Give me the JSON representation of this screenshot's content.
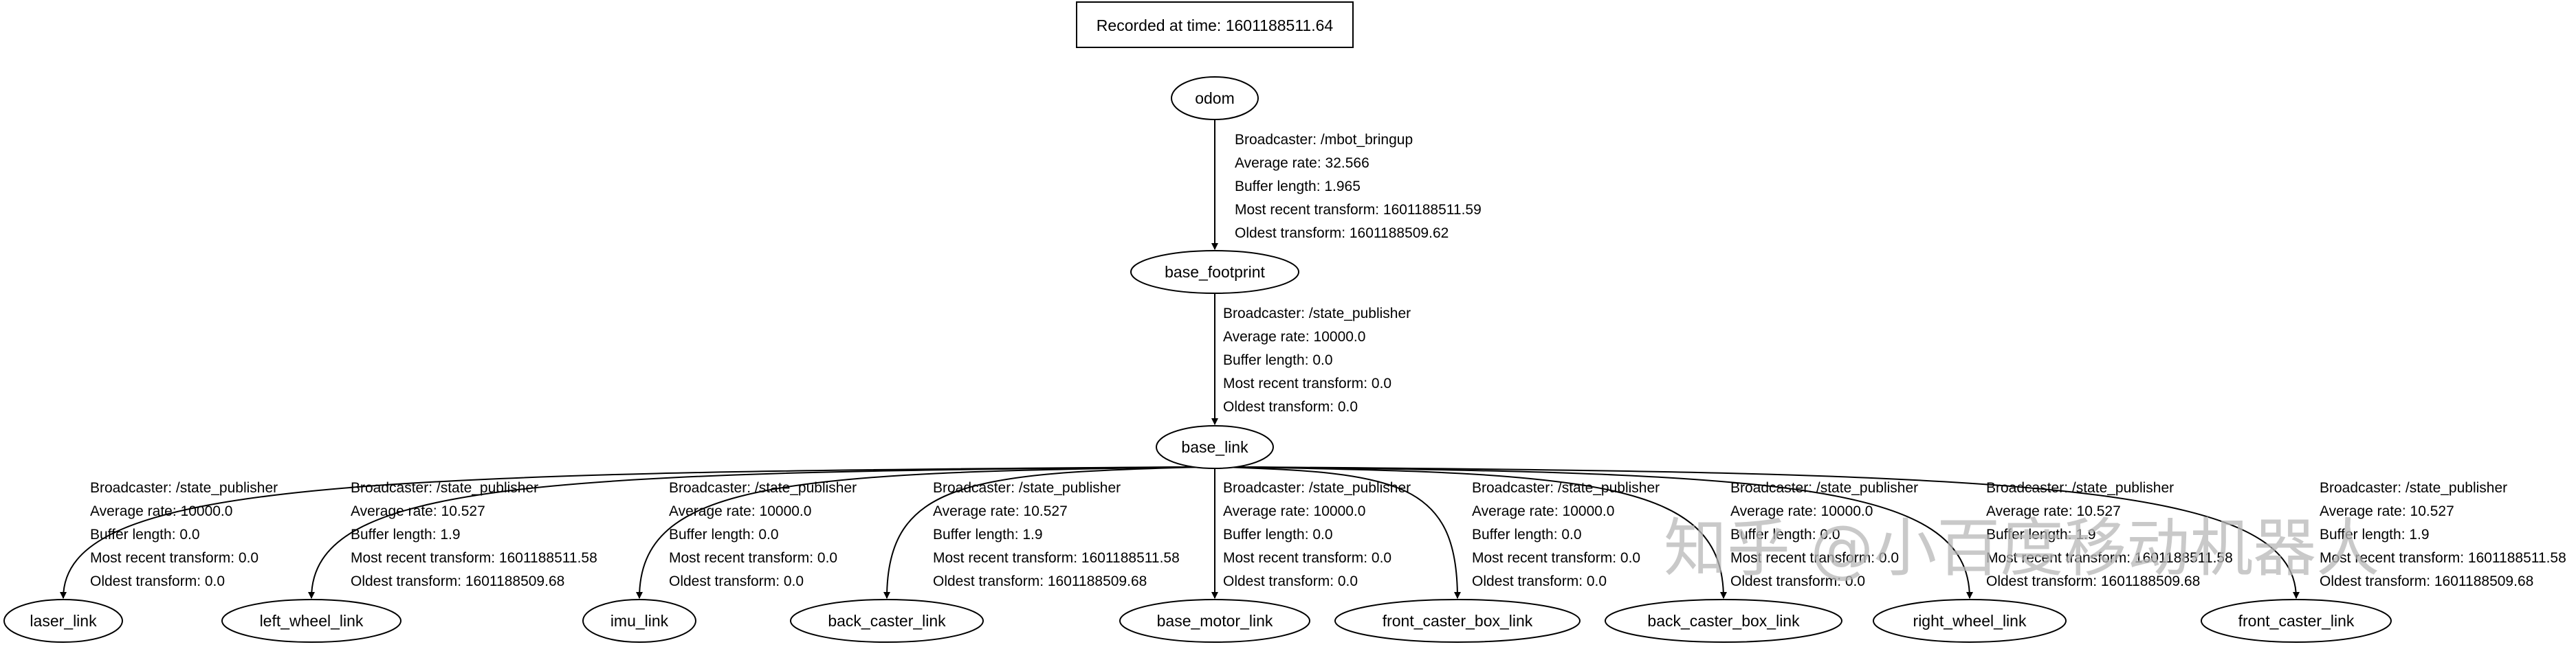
{
  "recorded_label": "Recorded at time: 1601188511.64",
  "nodes": {
    "odom": "odom",
    "base_footprint": "base_footprint",
    "base_link": "base_link",
    "laser_link": "laser_link",
    "left_wheel_link": "left_wheel_link",
    "imu_link": "imu_link",
    "back_caster_link": "back_caster_link",
    "base_motor_link": "base_motor_link",
    "front_caster_box_link": "front_caster_box_link",
    "back_caster_box_link": "back_caster_box_link",
    "right_wheel_link": "right_wheel_link",
    "front_caster_link": "front_caster_link"
  },
  "edges": [
    {
      "from": "odom",
      "to": "base_footprint",
      "lines": [
        "Broadcaster: /mbot_bringup",
        "Average rate: 32.566",
        "Buffer length: 1.965",
        "Most recent transform: 1601188511.59",
        "Oldest transform: 1601188509.62"
      ]
    },
    {
      "from": "base_footprint",
      "to": "base_link",
      "lines": [
        "Broadcaster: /state_publisher",
        "Average rate: 10000.0",
        "Buffer length: 0.0",
        "Most recent transform: 0.0",
        "Oldest transform: 0.0"
      ]
    },
    {
      "from": "base_link",
      "to": "laser_link",
      "lines": [
        "Broadcaster: /state_publisher",
        "Average rate: 10000.0",
        "Buffer length: 0.0",
        "Most recent transform: 0.0",
        "Oldest transform: 0.0"
      ]
    },
    {
      "from": "base_link",
      "to": "left_wheel_link",
      "lines": [
        "Broadcaster: /state_publisher",
        "Average rate: 10.527",
        "Buffer length: 1.9",
        "Most recent transform: 1601188511.58",
        "Oldest transform: 1601188509.68"
      ]
    },
    {
      "from": "base_link",
      "to": "imu_link",
      "lines": [
        "Broadcaster: /state_publisher",
        "Average rate: 10000.0",
        "Buffer length: 0.0",
        "Most recent transform: 0.0",
        "Oldest transform: 0.0"
      ]
    },
    {
      "from": "base_link",
      "to": "back_caster_link",
      "lines": [
        "Broadcaster: /state_publisher",
        "Average rate: 10.527",
        "Buffer length: 1.9",
        "Most recent transform: 1601188511.58",
        "Oldest transform: 1601188509.68"
      ]
    },
    {
      "from": "base_link",
      "to": "base_motor_link",
      "lines": [
        "Broadcaster: /state_publisher",
        "Average rate: 10000.0",
        "Buffer length: 0.0",
        "Most recent transform: 0.0",
        "Oldest transform: 0.0"
      ]
    },
    {
      "from": "base_link",
      "to": "front_caster_box_link",
      "lines": [
        "Broadcaster: /state_publisher",
        "Average rate: 10000.0",
        "Buffer length: 0.0",
        "Most recent transform: 0.0",
        "Oldest transform: 0.0"
      ]
    },
    {
      "from": "base_link",
      "to": "back_caster_box_link",
      "lines": [
        "Broadcaster: /state_publisher",
        "Average rate: 10000.0",
        "Buffer length: 0.0",
        "Most recent transform: 0.0",
        "Oldest transform: 0.0"
      ]
    },
    {
      "from": "base_link",
      "to": "right_wheel_link",
      "lines": [
        "Broadcaster: /state_publisher",
        "Average rate: 10.527",
        "Buffer length: 1.9",
        "Most recent transform: 1601188511.58",
        "Oldest transform: 1601188509.68"
      ]
    },
    {
      "from": "base_link",
      "to": "front_caster_link",
      "lines": [
        "Broadcaster: /state_publisher",
        "Average rate: 10.527",
        "Buffer length: 1.9",
        "Most recent transform: 1601188511.58",
        "Oldest transform: 1601188509.68"
      ]
    }
  ],
  "watermark": "知乎 @小百度移动机器人"
}
